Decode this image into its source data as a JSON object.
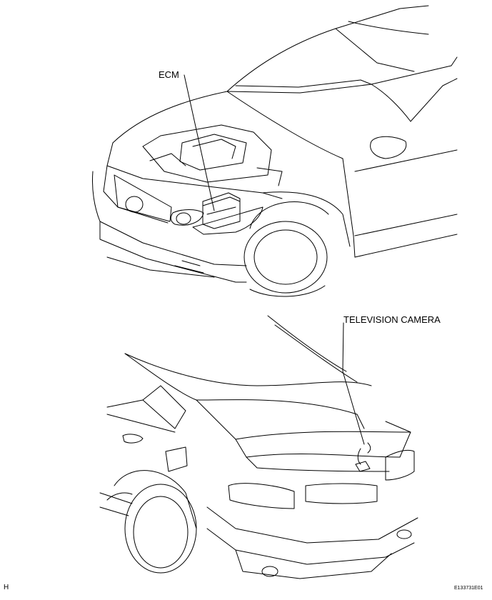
{
  "labels": {
    "ecm": "ECM",
    "television_camera": "TELEVISION CAMERA"
  },
  "footer": {
    "page_code": "H",
    "figure_code": "E133731E01"
  }
}
